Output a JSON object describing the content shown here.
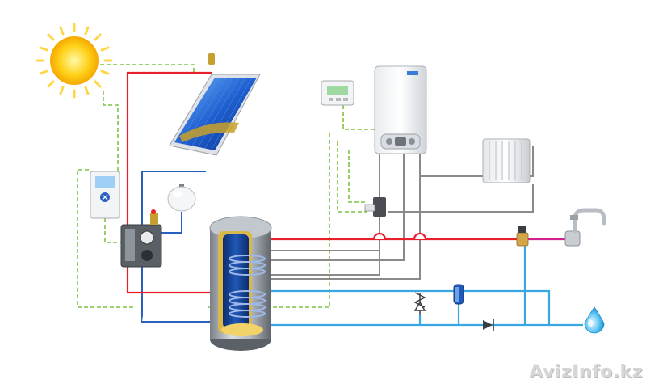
{
  "diagram": {
    "components": [
      {
        "id": "sun",
        "icon": "sun-icon"
      },
      {
        "id": "solar-collector",
        "icon": "solar-panel-icon"
      },
      {
        "id": "solar-controller",
        "icon": "controller-icon"
      },
      {
        "id": "expansion-vessel",
        "icon": "expansion-vessel-icon"
      },
      {
        "id": "pump-station",
        "icon": "pump-station-icon"
      },
      {
        "id": "room-thermostat",
        "icon": "thermostat-icon"
      },
      {
        "id": "gas-boiler",
        "icon": "boiler-icon"
      },
      {
        "id": "three-way-valve",
        "icon": "valve-icon"
      },
      {
        "id": "radiator",
        "icon": "radiator-icon"
      },
      {
        "id": "storage-tank",
        "icon": "tank-icon"
      },
      {
        "id": "mixing-valve",
        "icon": "mixing-valve-icon"
      },
      {
        "id": "faucet",
        "icon": "faucet-icon"
      },
      {
        "id": "safety-valve",
        "icon": "safety-valve-icon"
      },
      {
        "id": "tank-expansion-vessel",
        "icon": "expansion-vessel-icon"
      },
      {
        "id": "check-valve",
        "icon": "check-valve-icon"
      },
      {
        "id": "cold-water-inlet",
        "icon": "water-drop-icon"
      }
    ],
    "line_colors": {
      "hot": "#e8202a",
      "cold": "#3aa8e0",
      "return": "#8a8a8a",
      "solar_return": "#2a5fc0",
      "control": "#7dc443",
      "mix": "#d2218f"
    }
  },
  "watermark": "AvizInfo.kz"
}
